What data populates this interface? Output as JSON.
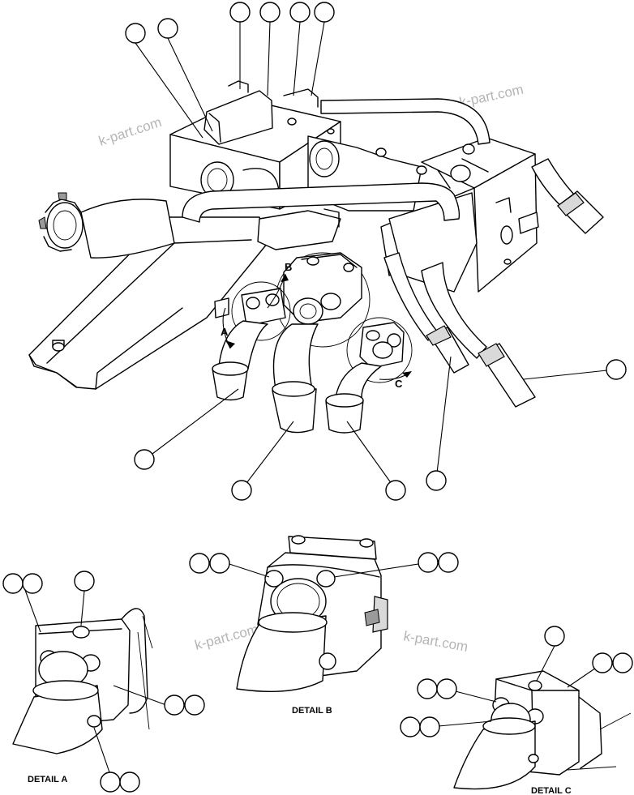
{
  "watermarks": [
    "k-part.com",
    "k-part.com",
    "k-part.com",
    "k-part.com"
  ],
  "view_labels": [
    "A",
    "B",
    "C"
  ],
  "details": {
    "a": "DETAIL A",
    "b": "DETAIL B",
    "c": "DETAIL C"
  }
}
